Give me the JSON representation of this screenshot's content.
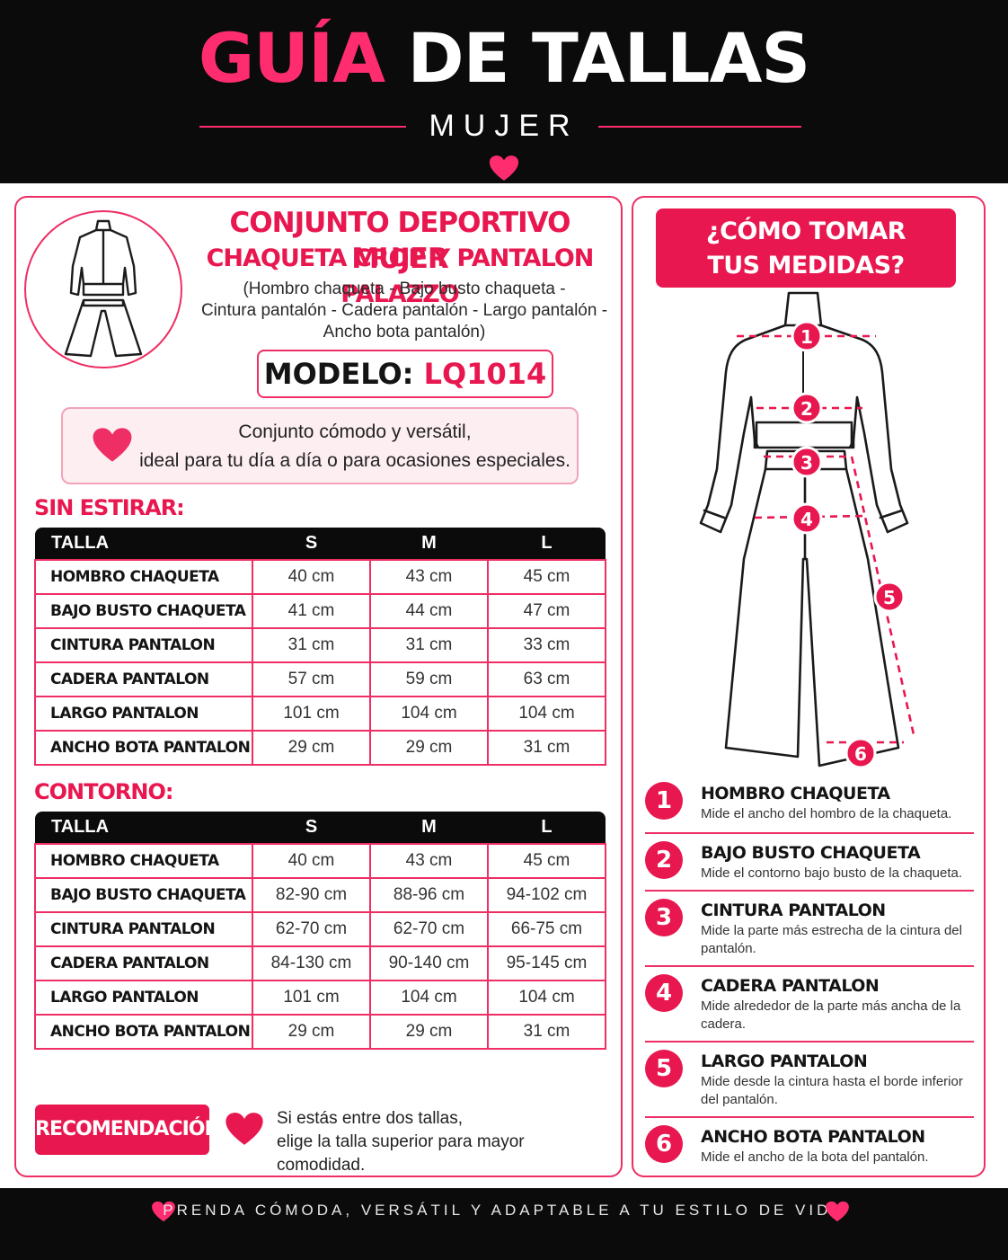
{
  "header": {
    "title_pink": "GUÍA",
    "title_white": "DE TALLAS",
    "subtitle": "MUJER"
  },
  "product": {
    "title": "CONJUNTO DEPORTIVO MUJER",
    "subtitle": "CHAQUETA CROP Y PANTALON PALAZZO",
    "desc_lines": [
      "(Hombro chaqueta - Bajo busto chaqueta -",
      "Cintura pantalón - Cadera pantalón - Largo pantalón -",
      "Ancho bota pantalón)"
    ],
    "model_label": "MODELO:",
    "model_code": "LQ1014",
    "note_lines": [
      "Conjunto cómodo y versátil,",
      "ideal para tu día a día o para ocasiones especiales."
    ]
  },
  "tables": [
    {
      "title": "SIN ESTIRAR:",
      "headers": [
        "TALLA",
        "S",
        "M",
        "L"
      ],
      "rows": [
        [
          "HOMBRO CHAQUETA",
          "40 cm",
          "43 cm",
          "45 cm"
        ],
        [
          "BAJO BUSTO CHAQUETA",
          "41 cm",
          "44 cm",
          "47 cm"
        ],
        [
          "CINTURA PANTALON",
          "31 cm",
          "31 cm",
          "33 cm"
        ],
        [
          "CADERA PANTALON",
          "57 cm",
          "59 cm",
          "63 cm"
        ],
        [
          "LARGO PANTALON",
          "101 cm",
          "104 cm",
          "104 cm"
        ],
        [
          "ANCHO BOTA PANTALON",
          "29 cm",
          "29 cm",
          "31 cm"
        ]
      ]
    },
    {
      "title": "CONTORNO:",
      "headers": [
        "TALLA",
        "S",
        "M",
        "L"
      ],
      "rows": [
        [
          "HOMBRO CHAQUETA",
          "40 cm",
          "43 cm",
          "45 cm"
        ],
        [
          "BAJO BUSTO CHAQUETA",
          "82-90 cm",
          "88-96 cm",
          "94-102 cm"
        ],
        [
          "CINTURA PANTALON",
          "62-70 cm",
          "62-70 cm",
          "66-75 cm"
        ],
        [
          "CADERA PANTALON",
          "84-130 cm",
          "90-140 cm",
          "95-145 cm"
        ],
        [
          "LARGO PANTALON",
          "101 cm",
          "104 cm",
          "104 cm"
        ],
        [
          "ANCHO BOTA PANTALON",
          "29 cm",
          "29 cm",
          "31 cm"
        ]
      ]
    }
  ],
  "recommendation": {
    "label": "RECOMENDACIÓN",
    "lines": [
      "Si estás entre dos tallas,",
      "elige la talla superior para mayor comodidad."
    ]
  },
  "howto": {
    "title_lines": [
      "¿CÓMO TOMAR",
      "TUS MEDIDAS?"
    ],
    "markers": [
      "1",
      "2",
      "3",
      "4",
      "5",
      "6"
    ],
    "steps": [
      {
        "num": "1",
        "title": "HOMBRO CHAQUETA",
        "desc": "Mide el ancho del hombro de la chaqueta."
      },
      {
        "num": "2",
        "title": "BAJO BUSTO CHAQUETA",
        "desc": "Mide el contorno bajo busto de la chaqueta."
      },
      {
        "num": "3",
        "title": "CINTURA PANTALON",
        "desc": "Mide la parte más estrecha de la cintura del pantalón."
      },
      {
        "num": "4",
        "title": "CADERA PANTALON",
        "desc": "Mide alrededor de la parte más ancha de la cadera."
      },
      {
        "num": "5",
        "title": "LARGO PANTALON",
        "desc": "Mide desde la cintura hasta el borde inferior del pantalón."
      },
      {
        "num": "6",
        "title": "ANCHO BOTA PANTALON",
        "desc": "Mide el ancho de la bota del pantalón."
      }
    ]
  },
  "footer": {
    "text": "PRENDA CÓMODA, VERSÁTIL Y ADAPTABLE A TU ESTILO DE VIDA"
  },
  "icons": [
    "heart-icon",
    "outfit-illustration"
  ],
  "colors": {
    "accent": "#e8174f",
    "accent_light": "#ff2d6f",
    "dark": "#0b0b0b",
    "note_bg": "#fdeef2"
  }
}
